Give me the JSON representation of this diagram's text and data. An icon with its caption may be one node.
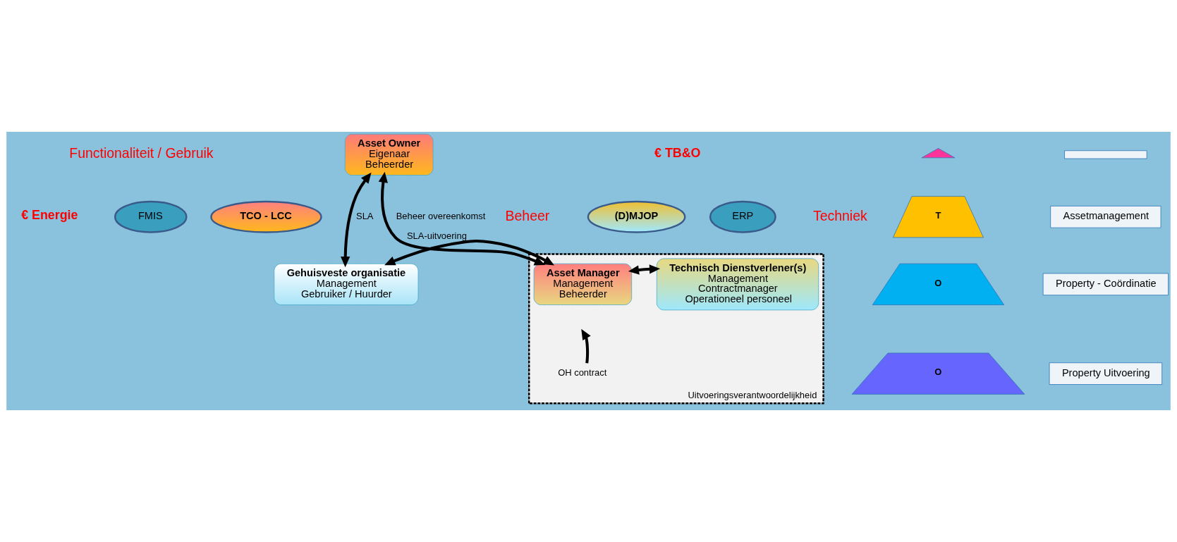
{
  "diagram": {
    "nodes": [
      {
        "text": [
          "Asset Owner",
          "Eigenaar",
          "Beheerder"
        ]
      },
      {
        "text": [
          "Gehuisveste organisatie",
          "Management",
          "Gebruiker / Huurder"
        ]
      },
      {
        "text": [
          "Uitvoeringsverantwoordelijkheid"
        ]
      },
      {
        "text": [
          "Asset Manager",
          "Management",
          "Beheerder"
        ],
        "in": 2
      },
      {
        "text": [
          "Technisch Dienstverlener(s)",
          "Management",
          "Contractmanager",
          "Operationeel personeel"
        ],
        "in": 2
      },
      {
        "text": [
          "OH contract"
        ],
        "in": 2
      },
      {
        "text": [
          "TCO - LCC"
        ]
      },
      {
        "text": [
          "FMIS"
        ]
      },
      {
        "text": [
          "(D)MJOP"
        ]
      },
      {
        "text": [
          "ERP"
        ]
      },
      {
        "text": [],
        "shape": "triangle"
      },
      {
        "text": [
          "T"
        ]
      },
      {
        "text": [
          "O"
        ]
      },
      {
        "text": [
          "O"
        ]
      },
      {
        "text": [],
        "shape": "box"
      },
      {
        "text": [
          "Assetmanagement"
        ]
      },
      {
        "text": [
          "Property - Coördinatie"
        ]
      },
      {
        "text": [
          "Property Uitvoering"
        ]
      }
    ],
    "edges": [
      {
        "from": 0,
        "to": 1,
        "arrow": "both",
        "label": "SLA"
      },
      {
        "from": 0,
        "to": 3,
        "arrow": "both",
        "label": "Beheer overeenkomst"
      },
      {
        "from": 1,
        "to": 3,
        "arrow": "both",
        "label": "SLA-uitvoering"
      },
      {
        "from": 3,
        "to": 4,
        "arrow": "both"
      },
      {
        "from": 5,
        "to": null,
        "arrow": "to"
      }
    ],
    "labels": [
      "€ TB&O",
      "Functionaliteit / Gebruik",
      "Beheer",
      "Techniek",
      "€ Energie"
    ]
  }
}
